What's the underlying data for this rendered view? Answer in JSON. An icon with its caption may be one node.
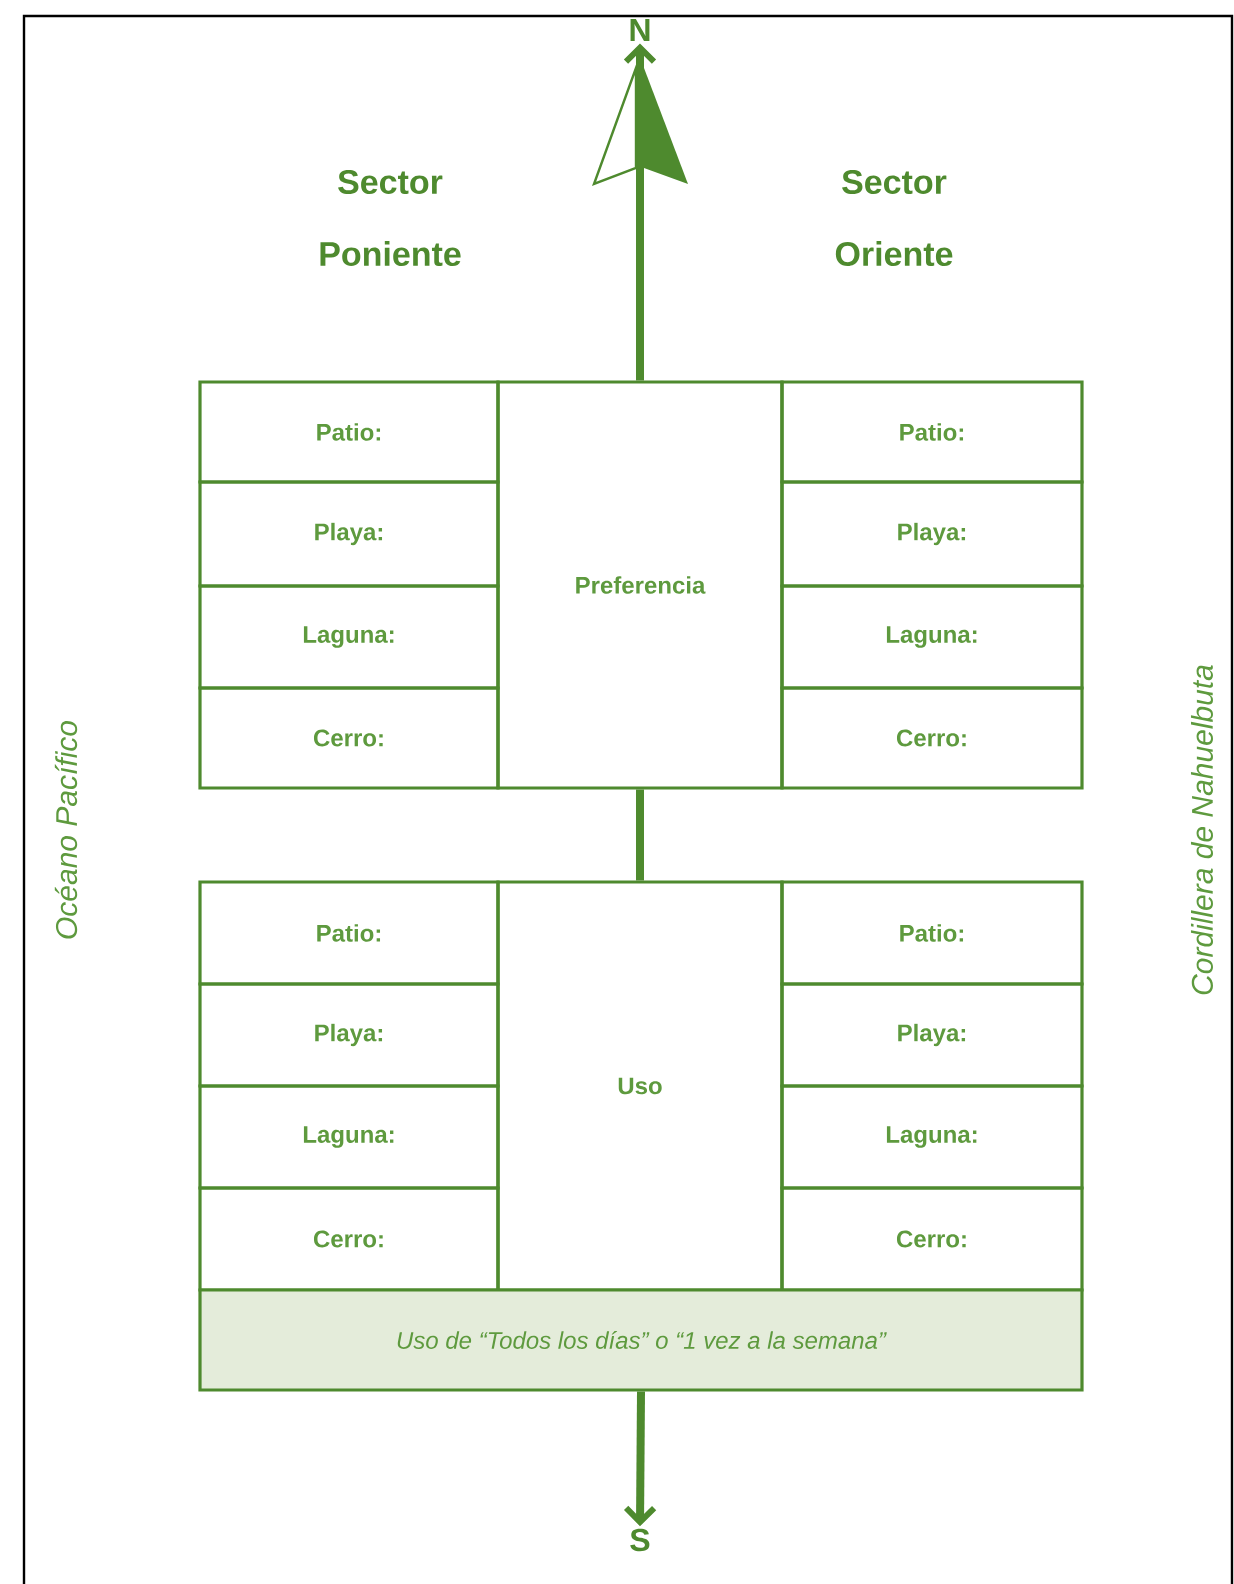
{
  "diagram": {
    "nodes": [
      {
        "text": [
          "Patio:"
        ]
      },
      {
        "text": [
          "Playa:"
        ]
      },
      {
        "text": [
          "Laguna:"
        ]
      },
      {
        "text": [
          "Cerro:"
        ]
      },
      {
        "text": [
          "Preferencia"
        ]
      },
      {
        "text": [
          "Patio:"
        ]
      },
      {
        "text": [
          "Playa:"
        ]
      },
      {
        "text": [
          "Laguna:"
        ]
      },
      {
        "text": [
          "Cerro:"
        ]
      },
      {
        "text": [
          "Patio:"
        ]
      },
      {
        "text": [
          "Playa:"
        ]
      },
      {
        "text": [
          "Laguna:"
        ]
      },
      {
        "text": [
          "Cerro:"
        ]
      },
      {
        "text": [
          "Uso"
        ]
      },
      {
        "text": [
          "Patio:"
        ]
      },
      {
        "text": [
          "Playa:"
        ]
      },
      {
        "text": [
          "Laguna:"
        ]
      },
      {
        "text": [
          "Cerro:"
        ]
      },
      {
        "text": [
          "Uso de “Todos los días” o “1 vez a la semana”"
        ]
      },
      {
        "text": [
          "N"
        ]
      },
      {
        "text": [
          "S"
        ]
      }
    ],
    "edges": [
      {
        "from": 4,
        "to": 19,
        "arrow": "to"
      },
      {
        "from": 4,
        "to": 13,
        "arrow": "none"
      },
      {
        "from": 18,
        "to": 20,
        "arrow": "to"
      }
    ],
    "labels": [
      "Sector Poniente",
      "Sector Oriente",
      "Océano Pacífico",
      "Cordillera de Nahuelbuta"
    ]
  }
}
